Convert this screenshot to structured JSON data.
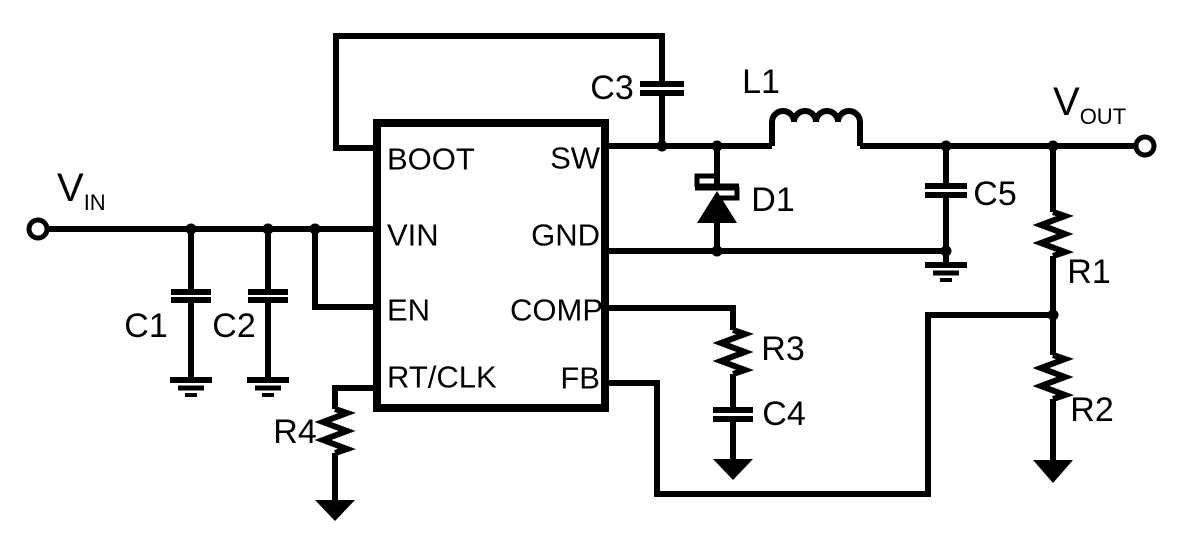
{
  "colors": {
    "ink": "#000000",
    "background": "#ffffff"
  },
  "terminals": {
    "vin": {
      "main": "V",
      "sub": "IN"
    },
    "vout": {
      "main": "V",
      "sub": "OUT"
    }
  },
  "ic": {
    "left_pins": [
      "BOOT",
      "VIN",
      "EN",
      "RT/CLK"
    ],
    "right_pins": [
      "SW",
      "GND",
      "COMP",
      "FB"
    ]
  },
  "components": {
    "c1": "C1",
    "c2": "C2",
    "c3": "C3",
    "c4": "C4",
    "c5": "C5",
    "r1": "R1",
    "r2": "R2",
    "r3": "R3",
    "r4": "R4",
    "l1": "L1",
    "d1": "D1"
  }
}
